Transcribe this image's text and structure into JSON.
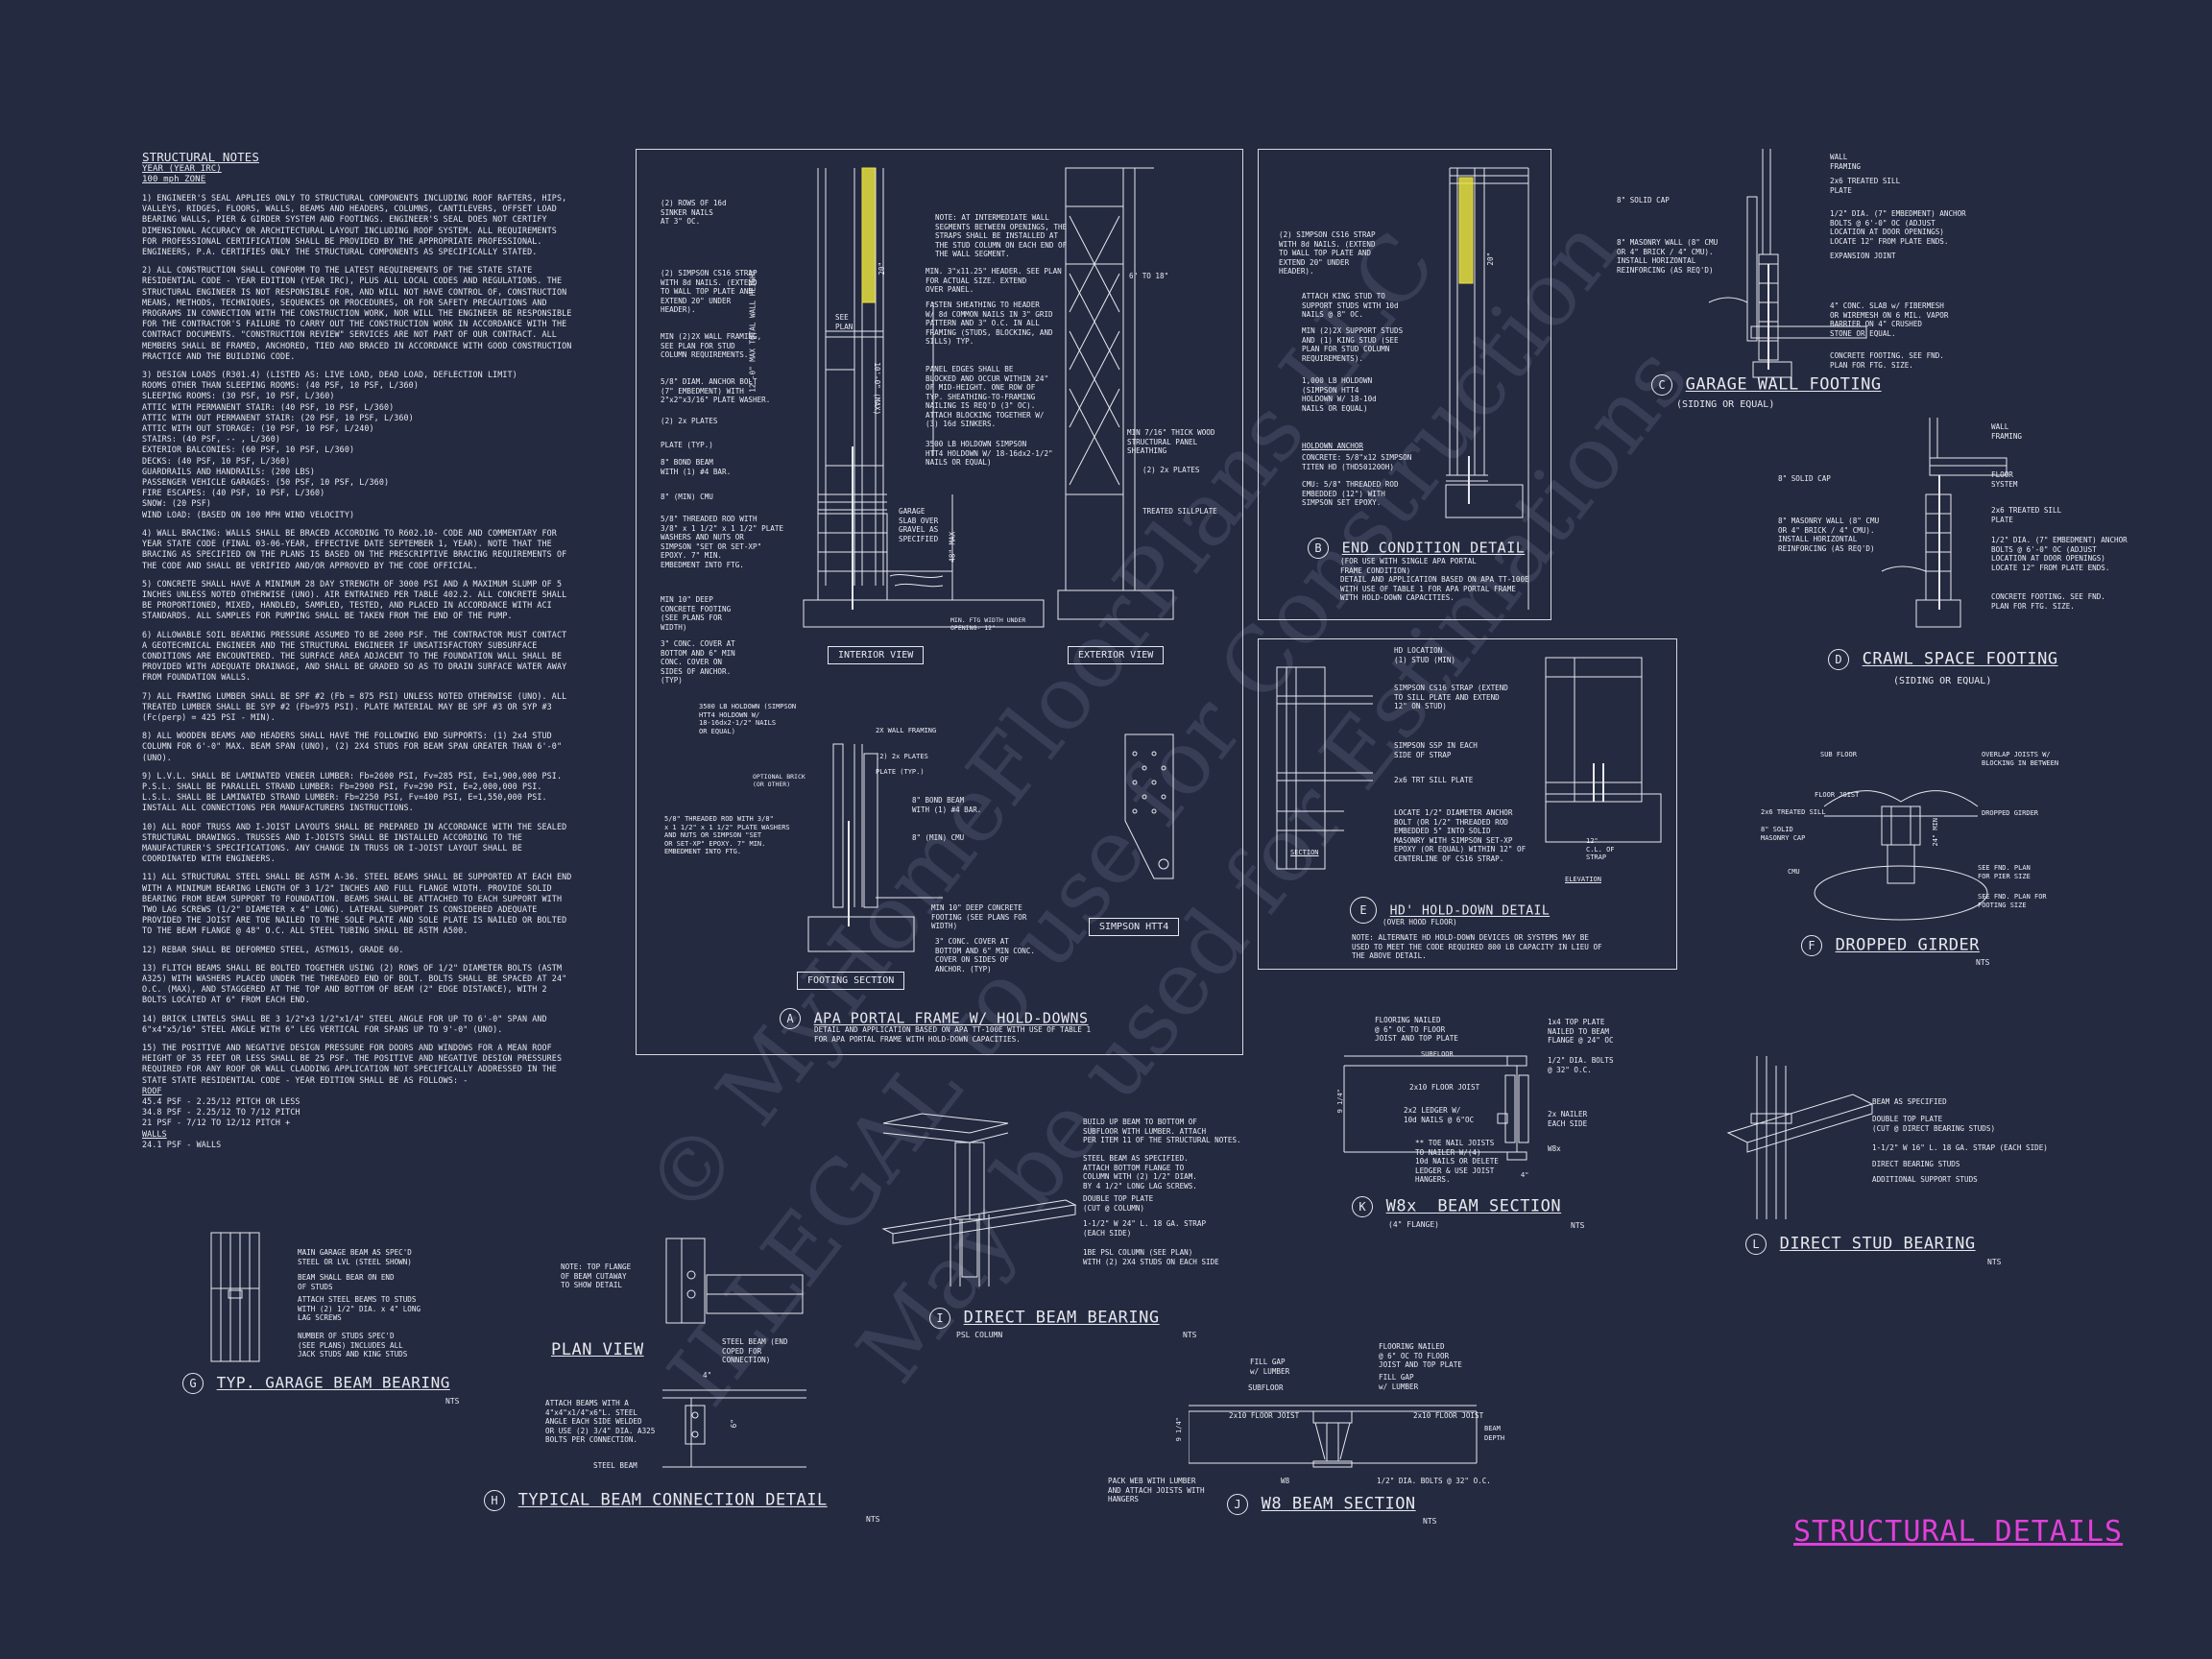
{
  "watermark": {
    "line1": "© MyHomeFloorPlans LLC",
    "line2": "ILLEGAL to use for Construction",
    "line3": "May be used for Estimations"
  },
  "notes": {
    "heading": "STRUCTURAL NOTES",
    "year": "YEAR (YEAR IRC)",
    "wind": "100 mph ZONE",
    "p1": "1) ENGINEER'S SEAL APPLIES ONLY TO STRUCTURAL COMPONENTS INCLUDING ROOF RAFTERS, HIPS, VALLEYS, RIDGES, FLOORS, WALLS, BEAMS AND HEADERS, COLUMNS, CANTILEVERS, OFFSET LOAD BEARING WALLS, PIER & GIRDER SYSTEM AND FOOTINGS. ENGINEER'S SEAL DOES NOT CERTIFY DIMENSIONAL ACCURACY OR ARCHITECTURAL LAYOUT INCLUDING ROOF SYSTEM. ALL REQUIREMENTS FOR PROFESSIONAL CERTIFICATION SHALL BE PROVIDED BY THE APPROPRIATE PROFESSIONAL. ENGINEERS, P.A. CERTIFIES ONLY THE STRUCTURAL COMPONENTS AS SPECIFICALLY STATED.",
    "p2": "2) ALL CONSTRUCTION SHALL CONFORM TO THE LATEST REQUIREMENTS OF THE STATE STATE RESIDENTIAL CODE - YEAR EDITION (YEAR IRC), PLUS ALL LOCAL CODES AND REGULATIONS. THE STRUCTURAL ENGINEER IS NOT RESPONSIBLE FOR, AND WILL NOT HAVE CONTROL OF, CONSTRUCTION MEANS, METHODS, TECHNIQUES, SEQUENCES OR PROCEDURES, OR FOR SAFETY PRECAUTIONS AND PROGRAMS IN CONNECTION WITH THE CONSTRUCTION WORK, NOR WILL THE ENGINEER BE RESPONSIBLE FOR THE CONTRACTOR'S FAILURE TO CARRY OUT THE CONSTRUCTION WORK IN ACCORDANCE WITH THE CONTRACT DOCUMENTS. \"CONSTRUCTION REVIEW\" SERVICES ARE NOT PART OF OUR CONTRACT. ALL MEMBERS SHALL BE FRAMED, ANCHORED, TIED AND BRACED IN ACCORDANCE WITH GOOD CONSTRUCTION PRACTICE AND THE BUILDING CODE.",
    "p3": "3) DESIGN LOADS (R301.4) (LISTED AS: LIVE LOAD, DEAD LOAD, DEFLECTION LIMIT)\nROOMS OTHER THAN SLEEPING ROOMS: (40 PSF, 10 PSF, L/360)\nSLEEPING ROOMS: (30 PSF, 10 PSF, L/360)\nATTIC WITH PERMANENT STAIR: (40 PSF, 10 PSF, L/360)\nATTIC WITH OUT PERMANENT STAIR: (20 PSF, 10 PSF, L/360)\nATTIC WITH OUT STORAGE: (10 PSF, 10 PSF, L/240)\nSTAIRS: (40 PSF, -- , L/360)\nEXTERIOR BALCONIES: (60 PSF, 10 PSF, L/360)\nDECKS: (40 PSF, 10 PSF, L/360)\nGUARDRAILS AND HANDRAILS: (200 LBS)\nPASSENGER VEHICLE GARAGES: (50 PSF, 10 PSF, L/360)\nFIRE ESCAPES: (40 PSF, 10 PSF, L/360)\nSNOW: (20 PSF)\nWIND LOAD: (BASED ON 100 MPH WIND VELOCITY)",
    "p4": "4) WALL BRACING: WALLS SHALL BE BRACED ACCORDING TO R602.10- CODE AND COMMENTARY FOR YEAR STATE CODE (FINAL 03-06-YEAR, EFFECTIVE DATE SEPTEMBER 1, YEAR). NOTE THAT THE BRACING AS SPECIFIED ON THE PLANS IS BASED ON THE PRESCRIPTIVE BRACING REQUIREMENTS OF THE CODE AND SHALL BE VERIFIED AND/OR APPROVED BY THE CODE OFFICIAL.",
    "p5": "5) CONCRETE SHALL HAVE A MINIMUM 28 DAY STRENGTH OF 3000 PSI AND A MAXIMUM SLUMP OF 5 INCHES UNLESS NOTED OTHERWISE (UNO). AIR ENTRAINED PER TABLE 402.2. ALL CONCRETE SHALL BE PROPORTIONED, MIXED, HANDLED, SAMPLED, TESTED, AND PLACED IN ACCORDANCE WITH ACI STANDARDS. ALL SAMPLES FOR PUMPING SHALL BE TAKEN FROM THE END OF THE PUMP.",
    "p6": "6) ALLOWABLE SOIL BEARING PRESSURE ASSUMED TO BE 2000 PSF. THE CONTRACTOR MUST CONTACT A GEOTECHNICAL ENGINEER AND THE STRUCTURAL ENGINEER IF UNSATISFACTORY SUBSURFACE CONDITIONS ARE ENCOUNTERED. THE SURFACE AREA ADJACENT TO THE FOUNDATION WALL SHALL BE PROVIDED WITH ADEQUATE DRAINAGE, AND SHALL BE GRADED SO AS TO DRAIN SURFACE WATER AWAY FROM FOUNDATION WALLS.",
    "p7": "7) ALL FRAMING LUMBER SHALL BE SPF #2 (Fb = 875 PSI) UNLESS NOTED OTHERWISE (UNO). ALL TREATED LUMBER SHALL BE SYP #2 (Fb=975 PSI). PLATE MATERIAL MAY BE SPF #3 OR SYP #3 (Fc(perp) = 425 PSI - MIN).",
    "p8": "8) ALL WOODEN BEAMS AND HEADERS SHALL HAVE THE FOLLOWING END SUPPORTS: (1) 2x4 STUD COLUMN FOR 6'-0\" MAX. BEAM SPAN (UNO), (2) 2X4 STUDS FOR BEAM SPAN GREATER THAN 6'-0\" (UNO).",
    "p9": "9) L.V.L. SHALL BE LAMINATED VENEER LUMBER: Fb=2600 PSI, Fv=285 PSI, E=1,900,000 PSI. P.S.L. SHALL BE PARALLEL STRAND LUMBER: Fb=2900 PSI, Fv=290 PSI, E=2,000,000 PSI. L.S.L. SHALL BE LAMINATED STRAND LUMBER: Fb=2250 PSI, Fv=400 PSI, E=1,550,000 PSI. INSTALL ALL CONNECTIONS PER MANUFACTURERS INSTRUCTIONS.",
    "p10": "10) ALL ROOF TRUSS AND I-JOIST LAYOUTS SHALL BE PREPARED IN ACCORDANCE WITH THE SEALED STRUCTURAL DRAWINGS. TRUSSES AND I-JOISTS SHALL BE INSTALLED ACCORDING TO THE MANUFACTURER'S SPECIFICATIONS. ANY CHANGE IN TRUSS OR I-JOIST LAYOUT SHALL BE COORDINATED WITH ENGINEERS.",
    "p11": "11) ALL STRUCTURAL STEEL SHALL BE ASTM A-36. STEEL BEAMS SHALL BE SUPPORTED AT EACH END WITH A MINIMUM BEARING LENGTH OF 3 1/2\" INCHES AND FULL FLANGE WIDTH. PROVIDE SOLID BEARING FROM BEAM SUPPORT TO FOUNDATION. BEAMS SHALL BE ATTACHED TO EACH SUPPORT WITH TWO LAG SCREWS (1/2\" DIAMETER x 4\" LONG). LATERAL SUPPORT IS CONSIDERED ADEQUATE PROVIDED THE JOIST ARE TOE NAILED TO THE SOLE PLATE AND SOLE PLATE IS NAILED OR BOLTED TO THE BEAM FLANGE @ 48\" O.C. ALL STEEL TUBING SHALL BE ASTM A500.",
    "p12": "12) REBAR SHALL BE DEFORMED STEEL, ASTM615, GRADE 60.",
    "p13": "13) FLITCH BEAMS SHALL BE BOLTED TOGETHER USING (2) ROWS OF 1/2\" DIAMETER BOLTS (ASTM A325) WITH WASHERS PLACED UNDER THE THREADED END OF BOLT. BOLTS SHALL BE SPACED AT 24\" O.C. (MAX), AND STAGGERED AT THE TOP AND BOTTOM OF BEAM (2\" EDGE DISTANCE), WITH 2 BOLTS LOCATED AT 6\" FROM EACH END.",
    "p14": "14) BRICK LINTELS SHALL BE 3 1/2\"x3 1/2\"x1/4\" STEEL ANGLE FOR UP TO 6'-0\" SPAN AND 6\"x4\"x5/16\" STEEL ANGLE WITH 6\" LEG VERTICAL FOR SPANS UP TO 9'-0\" (UNO).",
    "p15": "15) THE POSITIVE AND NEGATIVE DESIGN PRESSURE FOR DOORS AND WINDOWS FOR A MEAN ROOF HEIGHT OF 35 FEET OR LESS SHALL BE 25 PSF. THE POSITIVE AND NEGATIVE DESIGN PRESSURES REQUIRED FOR ANY ROOF OR WALL CLADDING APPLICATION NOT SPECIFICALLY ADDRESSED IN THE STATE STATE RESIDENTIAL CODE - YEAR EDITION SHALL BE AS FOLLOWS: -",
    "roofs_hd": "ROOF",
    "roofs": "45.4 PSF - 2.25/12 PITCH OR LESS\n34.8 PSF - 2.25/12 TO 7/12 PITCH\n21 PSF - 7/12 TO 12/12 PITCH +",
    "walls_hd": "WALLS",
    "walls": "24.1 PSF - WALLS"
  },
  "detailA": {
    "letter": "A",
    "title": "APA PORTAL FRAME W/ HOLD-DOWNS",
    "subtitle": "DETAIL AND APPLICATION BASED ON APA TT-100E WITH USE OF TABLE 1\nFOR APA PORTAL FRAME WITH HOLD-DOWN CAPACITIES.",
    "interior": "INTERIOR VIEW",
    "exterior": "EXTERIOR VIEW",
    "footing": "FOOTING SECTION",
    "simpson": "SIMPSON HTT4",
    "l1": "(2) ROWS OF 16d\nSINKER NAILS\nAT 3\" OC.",
    "l2": "(2) SIMPSON CS16 STRAP\nWITH 8d NAILS. (EXTEND\nTO WALL TOP PLATE AND\nEXTEND 20\" UNDER\nHEADER).",
    "l3": "MIN (2)2X WALL FRAMING,\nSEE PLAN FOR STUD\nCOLUMN REQUIREMENTS.",
    "l4": "5/8\" DIAM. ANCHOR BOLT\n(7\" EMBEDMENT) WITH\n2\"x2\"x3/16\" PLATE WASHER.",
    "l5": "(2) 2x PLATES",
    "l6": "PLATE (TYP.)",
    "l7": "8\" BOND BEAM\nWITH (1) #4 BAR.",
    "l8": "8\" (MIN) CMU",
    "l9": "5/8\" THREADED ROD WITH\n3/8\" x 1 1/2\" x 1 1/2\" PLATE\nWASHERS AND NUTS OR\nSIMPSON \"SET OR SET-XP\"\nEPOXY. 7\" MIN.\nEMBEDMENT INTO FTG.",
    "l10": "MIN 10\" DEEP\nCONCRETE FOOTING\n(SEE PLANS FOR\nWIDTH)",
    "l11": "3\" CONC. COVER AT\nBOTTOM AND 6\" MIN\nCONC. COVER ON\nSIDES OF ANCHOR.\n(TYP)",
    "see_plan": "SEE\nPLAN",
    "dim_20": "20\"",
    "dim_12": "12'-0\" MAX TOTAL WALL HEIGHT",
    "dim_10": "10'-0\" (MAX)",
    "dim_48": "48\" MAX",
    "dim_6": "6\" TO 18\"",
    "n1": "NOTE: AT INTERMEDIATE WALL\nSEGMENTS BETWEEN OPENINGS, THE\nSTRAPS SHALL BE INSTALLED AT\nTHE STUD COLUMN ON EACH END OF\nTHE WALL SEGMENT.",
    "n2": "MIN. 3\"x11.25\" HEADER. SEE PLAN\nFOR ACTUAL SIZE. EXTEND\nOVER PANEL.",
    "n3": "FASTEN SHEATHING TO HEADER\nW/ 8d COMMON NAILS IN 3\" GRID\nPATTERN AND 3\" O.C. IN ALL\nFRAMING (STUDS, BLOCKING, AND\nSILLS) TYP.",
    "n4": "PANEL EDGES SHALL BE\nBLOCKED AND OCCUR WITHIN 24\"\nOF MID-HEIGHT. ONE ROW OF\nTYP. SHEATHING-TO-FRAMING\nNAILING IS REQ'D (3\" OC).\nATTACH BLOCKING TOGETHER W/\n(3) 16d SINKERS.",
    "n5": "3500 LB HOLDOWN SIMPSON\nHTT4 HOLDOWN W/ 18-16dx2-1/2\"\nNAILS OR EQUAL)",
    "n6": "GARAGE\nSLAB OVER\nGRAVEL AS\nSPECIFIED",
    "n7": "MIN 7/16\" THICK WOOD\nSTRUCTURAL PANEL\nSHEATHING",
    "n8": "(2) 2x PLATES",
    "n9": "TREATED SILLPLATE",
    "n10": "MIN. FTG WIDTH UNDER\nOPENING- 12\"",
    "f1": "3500 LB HOLDOWN (SIMPSON\nHTT4 HOLDOWN W/\n18-16dx2-1/2\" NAILS\nOR EQUAL)",
    "f2": "2X WALL FRAMING",
    "f3": "(2) 2x PLATES",
    "f4": "PLATE (TYP.)",
    "f5": "OPTIONAL BRICK\n(OR OTHER)",
    "f6": "8\" BOND BEAM\nWITH (1) #4 BAR.",
    "f7": "5/8\" THREADED ROD WITH 3/8\"\nx 1 1/2\" x 1 1/2\" PLATE WASHERS\nAND NUTS OR SIMPSON \"SET\nOR SET-XP\" EPOXY. 7\" MIN.\nEMBEDMENT INTO FTG.",
    "f8": "8\" (MIN) CMU",
    "f9": "MIN 10\" DEEP CONCRETE\nFOOTING (SEE PLANS FOR\nWIDTH)",
    "f10": "3\" CONC. COVER AT\nBOTTOM AND 6\" MIN CONC.\nCOVER ON SIDES OF\nANCHOR. (TYP)"
  },
  "detailB": {
    "letter": "B",
    "title": "END CONDITION DETAIL",
    "subtitle": "(FOR USE WITH SINGLE APA PORTAL\nFRAME CONDITION)\nDETAIL AND APPLICATION BASED ON APA TT-100E\nWITH USE OF TABLE 1 FOR APA PORTAL FRAME\nWITH HOLD-DOWN CAPACITIES.",
    "l1": "(2) SIMPSON CS16 STRAP\nWITH 8d NAILS. (EXTEND\nTO WALL TOP PLATE AND\nEXTEND 20\" UNDER\nHEADER).",
    "l2": "ATTACH KING STUD TO\nSUPPORT STUDS WITH 10d\nNAILS @ 8\" OC.",
    "l3": "MIN (2)2X SUPPORT STUDS\nAND (1) KING STUD (SEE\nPLAN FOR STUD COLUMN\nREQUIREMENTS).",
    "l4": "1,000 LB HOLDOWN\n(SIMPSON HTT4\nHOLDOWN W/ 18-10d\nNAILS OR EQUAL)",
    "l5": "HOLDOWN ANCHOR",
    "l6": "CONCRETE: 5/8\"x12 SIMPSON\nTITEN HD (THD50120OH)",
    "l7": "CMU: 5/8\" THREADED ROD\nEMBEDDED (12\") WITH\nSIMPSON SET EPOXY.",
    "dim": "20\""
  },
  "detailC": {
    "letter": "C",
    "title": "GARAGE WALL FOOTING",
    "subtitle": "(SIDING OR EQUAL)",
    "l1": "WALL\nFRAMING",
    "l2": "2x6 TREATED SILL\nPLATE",
    "l3": "1/2\" DIA. (7\" EMBEDMENT) ANCHOR\nBOLTS @ 6'-0\" OC (ADJUST\nLOCATION AT DOOR OPENINGS)\nLOCATE 12\" FROM PLATE ENDS.",
    "l4": "EXPANSION JOINT",
    "l5": "8\" SOLID CAP",
    "l6": "8\" MASONRY WALL (8\" CMU\nOR 4\" BRICK / 4\" CMU).\nINSTALL HORIZONTAL\nREINFORCING (AS REQ'D)",
    "l7": "4\" CONC. SLAB w/ FIBERMESH\nOR WIREMESH ON 6 MIL. VAPOR\nBARRIER ON 4\" CRUSHED\nSTONE OR EQUAL.",
    "l8": "CONCRETE FOOTING. SEE FND.\nPLAN FOR FTG. SIZE."
  },
  "detailD": {
    "letter": "D",
    "title": "CRAWL SPACE FOOTING",
    "subtitle": "(SIDING OR EQUAL)",
    "l1": "WALL\nFRAMING",
    "l2": "FLOOR\nSYSTEM",
    "l3": "2x6 TREATED SILL\nPLATE",
    "l4": "1/2\" DIA. (7\" EMBEDMENT) ANCHOR\nBOLTS @ 6'-0\" OC (ADJUST\nLOCATION AT DOOR OPENINGS)\nLOCATE 12\" FROM PLATE ENDS.",
    "l5": "8\" SOLID CAP",
    "l6": "8\" MASONRY WALL (8\" CMU\nOR 4\" BRICK / 4\" CMU).\nINSTALL HORIZONTAL\nREINFORCING (AS REQ'D)",
    "l7": "CONCRETE FOOTING. SEE FND.\nPLAN FOR FTG. SIZE."
  },
  "detailE": {
    "letter": "E",
    "title": "HD' HOLD-DOWN DETAIL",
    "subtitle": "(OVER HOOD FLOOR)",
    "note": "NOTE: ALTERNATE HD HOLD-DOWN DEVICES OR SYSTEMS MAY BE\nUSED TO MEET THE CODE REQUIRED 800 LB CAPACITY IN LIEU OF\nTHE ABOVE DETAIL.",
    "l1": "HD LOCATION\n(1) STUD (MIN)",
    "l2": "SIMPSON CS16 STRAP (EXTEND\nTO SILL PLATE AND EXTEND\n12\" ON STUD)",
    "l3": "SIMPSON SSP IN EACH\nSIDE OF STRAP",
    "l4": "2x6 TRT SILL PLATE",
    "l5": "LOCATE 1/2\" DIAMETER ANCHOR\nBOLT (OR 1/2\" THREADED ROD\nEMBEDDED 5\" INTO SOLID\nMASONRY WITH SIMPSON SET-XP\nEPOXY (OR EQUAL) WITHIN 12\" OF\nCENTERLINE OF CS16 STRAP.",
    "l6": "12\"\nC.L. OF\nSTRAP",
    "section": "SECTION",
    "elevation": "ELEVATION"
  },
  "detailF": {
    "letter": "F",
    "title": "DROPPED GIRDER",
    "nts": "NTS",
    "l1": "SUB FLOOR",
    "l2": "OVERLAP JOISTS W/\nBLOCKING IN BETWEEN",
    "l3": "FLOOR JOIST",
    "l4": "2x6 TREATED SILL",
    "l5": "DROPPED GIRDER",
    "l6": "8\" SOLID\nMASONRY CAP",
    "l7": "CMU",
    "l8": "SEE FND. PLAN\nFOR PIER SIZE",
    "l9": "SEE FND. PLAN FOR\nFOOTING SIZE",
    "dim": "24\" MIN"
  },
  "detailG": {
    "letter": "G",
    "title": "TYP. GARAGE BEAM BEARING",
    "nts": "NTS",
    "l1": "MAIN GARAGE BEAM AS SPEC'D\nSTEEL OR LVL (STEEL SHOWN)",
    "l2": "BEAM SHALL BEAR ON END\nOF STUDS",
    "l3": "ATTACH STEEL BEAMS TO STUDS\nWITH (2) 1/2\" DIA. x 4\" LONG\nLAG SCREWS",
    "l4": "NUMBER OF STUDS SPEC'D\n(SEE PLANS) INCLUDES ALL\nJACK STUDS AND KING STUDS"
  },
  "detailH": {
    "letter": "H",
    "title": "TYPICAL BEAM CONNECTION DETAIL",
    "nts": "NTS",
    "plan_view": "PLAN VIEW",
    "l1": "NOTE: TOP FLANGE\nOF BEAM CUTAWAY\nTO SHOW DETAIL",
    "l2": "STEEL BEAM (END\nCOPED FOR\nCONNECTION)",
    "l3": "ATTACH BEAMS WITH A\n4\"x4\"x1/4\"x6\"L. STEEL\nANGLE EACH SIDE WELDED\nOR USE (2) 3/4\" DIA. A325\nBOLTS PER CONNECTION.",
    "l4": "STEEL BEAM",
    "dim1": "4\"",
    "dim2": "6\""
  },
  "detailI": {
    "letter": "I",
    "title": "DIRECT BEAM BEARING",
    "sub": "PSL COLUMN",
    "nts": "NTS",
    "l1": "BUILD UP BEAM TO BOTTOM OF\nSUBFLOOR WITH LUMBER. ATTACH\nPER ITEM 11 OF THE STRUCTURAL NOTES.",
    "l2": "STEEL BEAM AS SPECIFIED.\nATTACH BOTTOM FLANGE TO\nCOLUMN WITH (2) 1/2\" DIAM.\nBY 4 1/2\" LONG LAG SCREWS.",
    "l3": "DOUBLE TOP PLATE\n(CUT @ COLUMN)",
    "l4": "1-1/2\" W 24\" L. 18 GA. STRAP\n(EACH SIDE)",
    "l5": "1BE PSL COLUMN (SEE PLAN)\nWITH (2) 2X4 STUDS ON EACH SIDE"
  },
  "detailJ": {
    "letter": "J",
    "title": "W8 BEAM SECTION",
    "nts": "NTS",
    "l1": "FILL GAP\nw/ LUMBER",
    "l2": "FLOORING NAILED\n@ 6\" OC TO FLOOR\nJOIST AND TOP PLATE",
    "l3": "FILL GAP\nw/ LUMBER",
    "l4": "SUBFLOOR",
    "l5": "2x10 FLOOR JOIST",
    "l6": "2x10 FLOOR JOIST",
    "l7": "PACK WEB WITH LUMBER\nAND ATTACH JOISTS WITH\nHANGERS",
    "l8": "W8",
    "l9": "1/2\" DIA. BOLTS @ 32\" O.C.",
    "dim1": "9 1/4\"",
    "dim2": "BEAM\nDEPTH"
  },
  "detailK": {
    "letter": "K",
    "title": "W8x  BEAM SECTION",
    "sub": "(4\" FLANGE)",
    "nts": "NTS",
    "l1": "FLOORING NAILED\n@ 6\" OC TO FLOOR\nJOIST AND TOP PLATE",
    "l2": "SUBFLOOR",
    "l3": "2x10 FLOOR JOIST",
    "l4": "2x2 LEDGER W/\n10d NAILS @ 6\"OC",
    "l5": "** TOE NAIL JOISTS\nTO NAILER W/(4)\n10d NAILS OR DELETE\nLEDGER & USE JOIST\nHANGERS.",
    "l6": "1x4 TOP PLATE\nNAILED TO BEAM\nFLANGE @ 24\" OC",
    "l7": "1/2\" DIA. BOLTS\n@ 32\" O.C.",
    "l8": "2x NAILER\nEACH SIDE",
    "l9": "W8x",
    "dim1": "9 1/4\"",
    "dim2": "4\""
  },
  "detailL": {
    "letter": "L",
    "title": "DIRECT STUD BEARING",
    "nts": "NTS",
    "l1": "BEAM AS SPECIFIED",
    "l2": "DOUBLE TOP PLATE\n(CUT @ DIRECT BEARING STUDS)",
    "l3": "1-1/2\" W 16\" L. 18 GA. STRAP (EACH SIDE)",
    "l4": "DIRECT BEARING STUDS",
    "l5": "ADDITIONAL SUPPORT STUDS"
  },
  "sheet_title": "STRUCTURAL DETAILS",
  "colors": {
    "background": "#242a40",
    "line": "#e8e8ee",
    "highlight": "#e8e040",
    "sheet_title": "#e040d8"
  }
}
